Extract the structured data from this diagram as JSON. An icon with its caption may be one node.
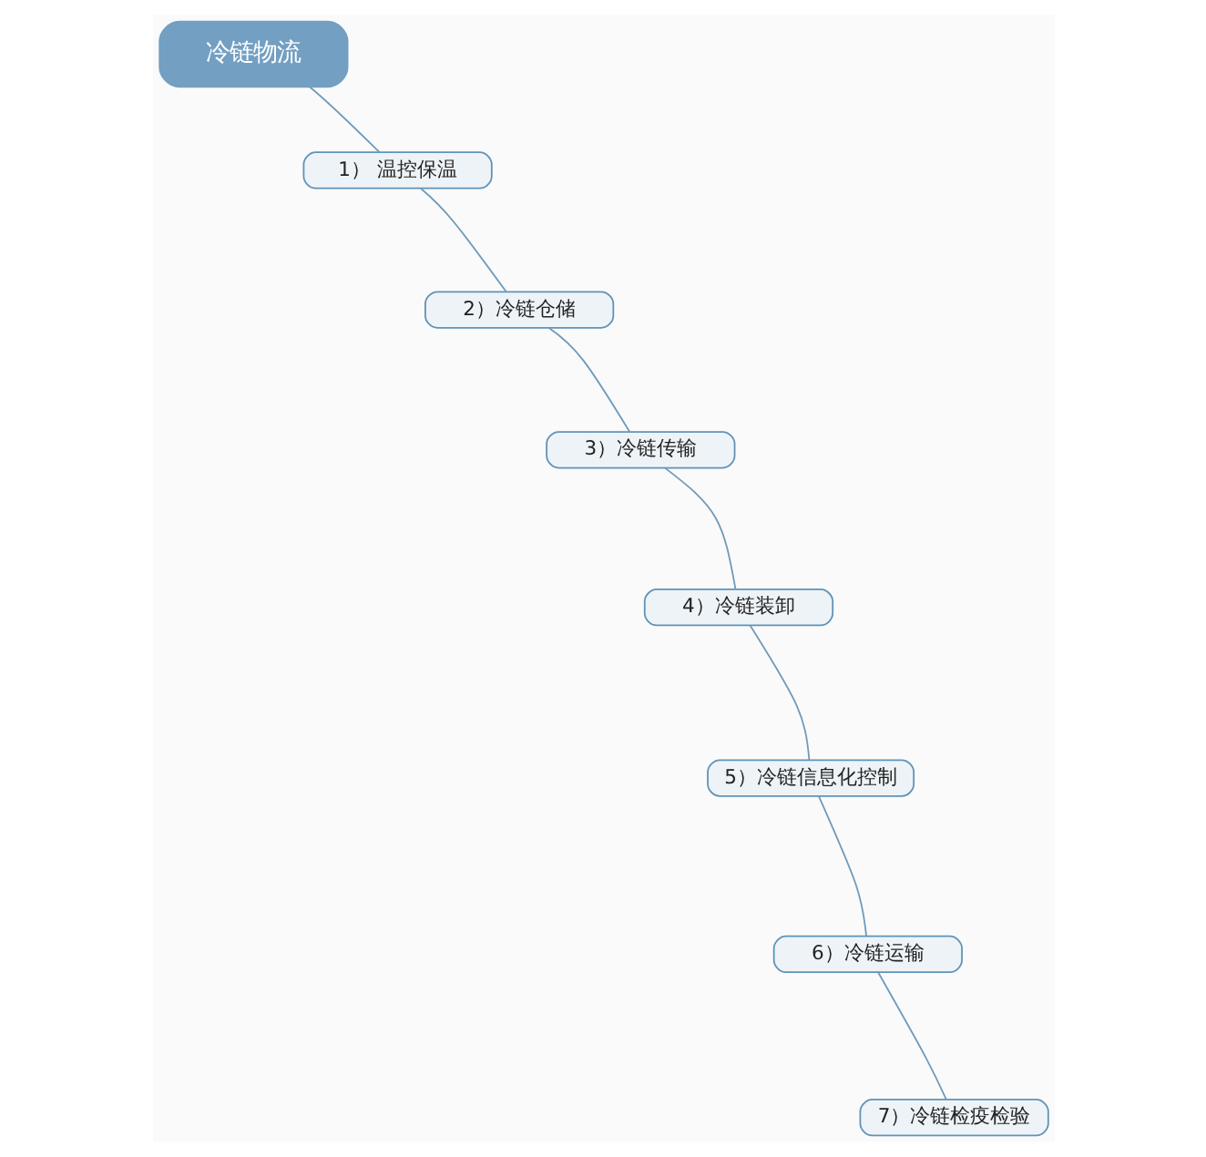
{
  "diagram": {
    "nodes": [
      {
        "text": [
          "冷链物流"
        ]
      },
      {
        "text": [
          "1） 温控保温"
        ]
      },
      {
        "text": [
          "2）冷链仓储"
        ]
      },
      {
        "text": [
          "3）冷链传输"
        ]
      },
      {
        "text": [
          "4）冷链装卸"
        ]
      },
      {
        "text": [
          "5）冷链信息化控制"
        ]
      },
      {
        "text": [
          "6）冷链运输"
        ]
      },
      {
        "text": [
          "7）冷链检疫检验"
        ]
      }
    ],
    "edges": [
      {
        "from": 0,
        "to": 1,
        "arrow": "none"
      },
      {
        "from": 1,
        "to": 2,
        "arrow": "none"
      },
      {
        "from": 2,
        "to": 3,
        "arrow": "none"
      },
      {
        "from": 3,
        "to": 4,
        "arrow": "none"
      },
      {
        "from": 4,
        "to": 5,
        "arrow": "none"
      },
      {
        "from": 5,
        "to": 6,
        "arrow": "none"
      },
      {
        "from": 6,
        "to": 7,
        "arrow": "none"
      }
    ]
  }
}
